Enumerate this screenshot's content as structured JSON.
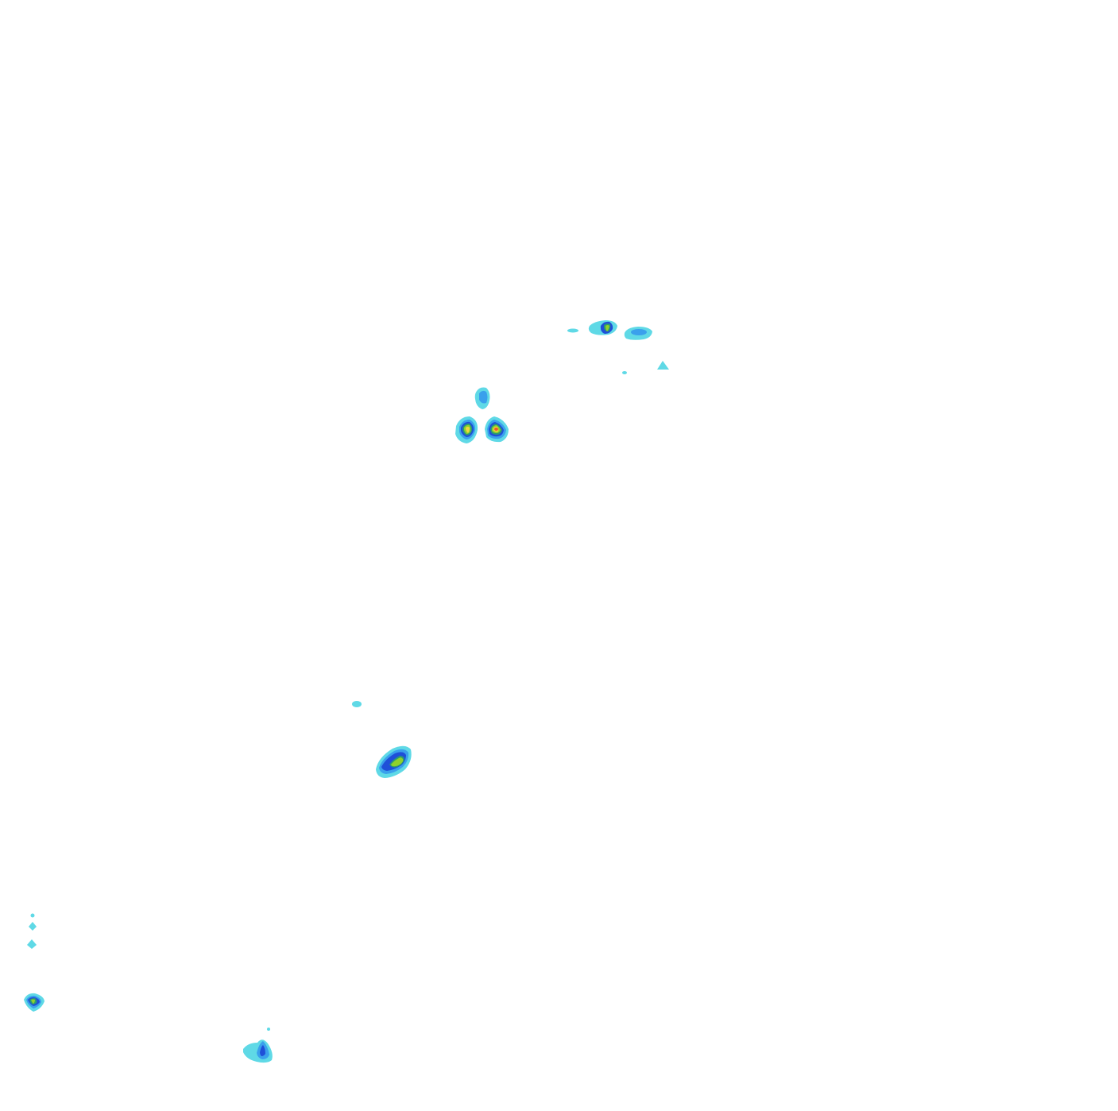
{
  "map": {
    "type": "filled-contour-overlay",
    "background_color": "#ffffff",
    "contour_levels": [
      {
        "level": 1,
        "color": "#5fd9e6"
      },
      {
        "level": 2,
        "color": "#3aa0ec"
      },
      {
        "level": 3,
        "color": "#1f4fd8"
      },
      {
        "level": 4,
        "color": "#2b9a72"
      },
      {
        "level": 5,
        "color": "#8fd12c"
      },
      {
        "level": 6,
        "color": "#f2d640"
      },
      {
        "level": 7,
        "color": "#ef5a2a"
      }
    ],
    "features": [
      {
        "name": "cluster-northeast-west-speck",
        "max_level": 1
      },
      {
        "name": "cluster-northeast-center",
        "max_level": 5
      },
      {
        "name": "cluster-northeast-east",
        "max_level": 2
      },
      {
        "name": "speck-northeast-small",
        "max_level": 1
      },
      {
        "name": "speck-northeast-triangle",
        "max_level": 1
      },
      {
        "name": "cell-center-north",
        "max_level": 2
      },
      {
        "name": "cell-center-west",
        "max_level": 6
      },
      {
        "name": "cell-center-east",
        "max_level": 7
      },
      {
        "name": "speck-middle-west",
        "max_level": 1
      },
      {
        "name": "cell-south-central",
        "max_level": 5
      },
      {
        "name": "speck-southwest-1",
        "max_level": 1
      },
      {
        "name": "speck-southwest-2",
        "max_level": 1
      },
      {
        "name": "speck-southwest-3",
        "max_level": 1
      },
      {
        "name": "cell-southwest-edge",
        "max_level": 5
      },
      {
        "name": "cell-south-bottom",
        "max_level": 3
      }
    ]
  }
}
